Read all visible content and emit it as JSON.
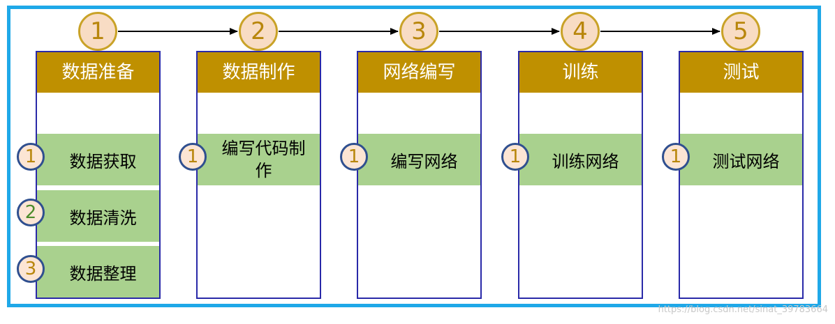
{
  "stages": [
    {
      "number": "1",
      "title": "数据准备",
      "steps": [
        {
          "number": "1",
          "label": "数据获取"
        },
        {
          "number": "2",
          "label": "数据清洗"
        },
        {
          "number": "3",
          "label": "数据整理"
        }
      ]
    },
    {
      "number": "2",
      "title": "数据制作",
      "steps": [
        {
          "number": "1",
          "label": "编写代码制\n作"
        }
      ]
    },
    {
      "number": "3",
      "title": "网络编写",
      "steps": [
        {
          "number": "1",
          "label": "编写网络"
        }
      ]
    },
    {
      "number": "4",
      "title": "训练",
      "steps": [
        {
          "number": "1",
          "label": "训练网络"
        }
      ]
    },
    {
      "number": "5",
      "title": "测试",
      "steps": [
        {
          "number": "1",
          "label": "测试网络"
        }
      ]
    }
  ],
  "watermark": "https://blog.csdn.net/sinat_39783664",
  "colors": {
    "frame": "#1fa8e8",
    "header": "#bf9000",
    "step": "#a9d18e",
    "column_border": "#2929a8",
    "stage_circle_fill": "#f8dcc4",
    "stage_circle_border": "#c9a227"
  }
}
